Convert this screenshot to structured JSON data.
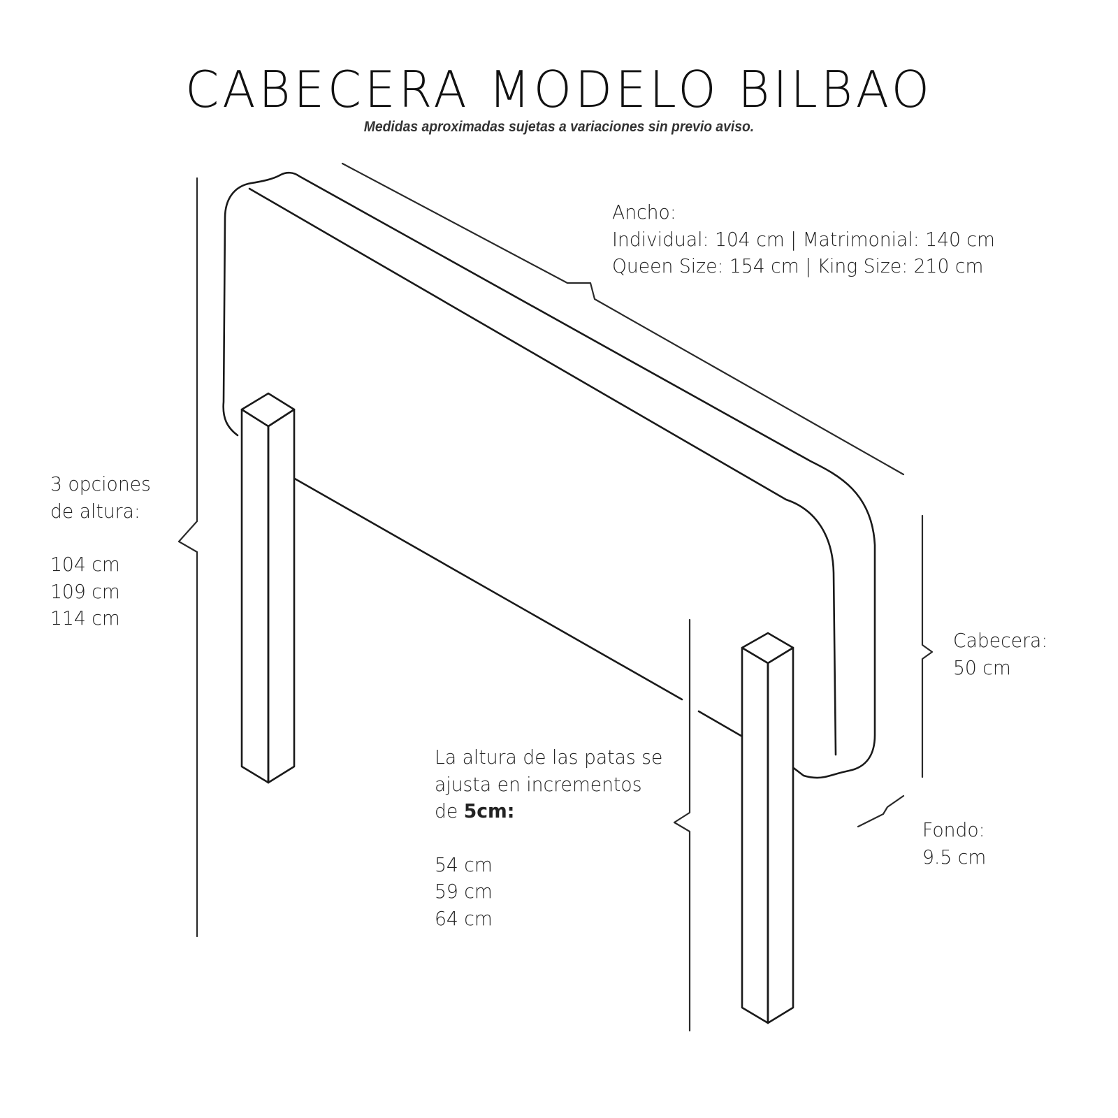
{
  "header": {
    "title": "CABECERA MODELO BILBAO",
    "subtitle": "Medidas aproximadas sujetas a variaciones sin previo aviso."
  },
  "dimensions": {
    "width": {
      "heading": "Ancho:",
      "line1": "Individual: 104 cm | Matrimonial: 140 cm",
      "line2": "Queen Size: 154 cm | King Size: 210 cm",
      "options": [
        {
          "size": "Individual",
          "value": "104 cm"
        },
        {
          "size": "Matrimonial",
          "value": "140 cm"
        },
        {
          "size": "Queen Size",
          "value": "154 cm"
        },
        {
          "size": "King Size",
          "value": "210 cm"
        }
      ]
    },
    "total_height": {
      "heading_line1": "3 opciones",
      "heading_line2": "de altura:",
      "values": [
        "104 cm",
        "109 cm",
        "114 cm"
      ]
    },
    "legs": {
      "line1": "La altura de las patas se",
      "line2": "ajusta en incrementos",
      "line3_prefix": "de ",
      "line3_bold": "5cm:",
      "values": [
        "54 cm",
        "59 cm",
        "64 cm"
      ]
    },
    "headboard": {
      "heading": "Cabecera:",
      "value": "50 cm"
    },
    "depth": {
      "heading": "Fondo:",
      "value": "9.5 cm"
    }
  }
}
